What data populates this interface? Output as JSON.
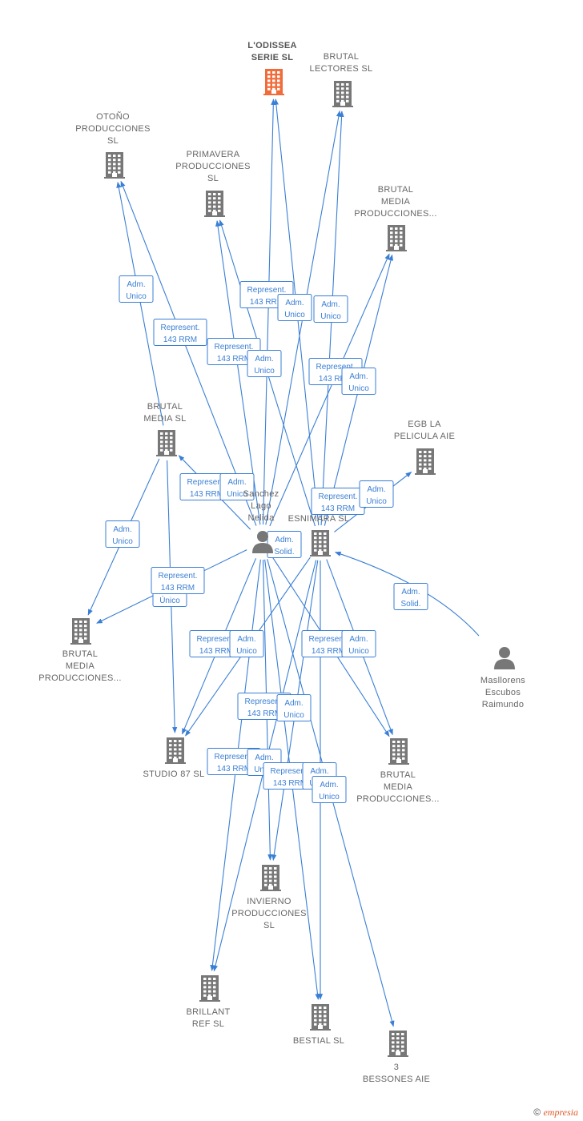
{
  "colors": {
    "edge": "#3a7fd5",
    "company": "#777777",
    "focus": "#f26b3a",
    "label": "#666666"
  },
  "nodes": [
    {
      "id": "odissea",
      "type": "company",
      "focus": true,
      "label": [
        "L'ODISSEA",
        "SERIE  SL"
      ]
    },
    {
      "id": "lectores",
      "type": "company",
      "label": [
        "BRUTAL",
        "LECTORES  SL"
      ]
    },
    {
      "id": "otono",
      "type": "company",
      "label": [
        "OTOÑO",
        "PRODUCCIONES",
        "SL"
      ]
    },
    {
      "id": "primavera",
      "type": "company",
      "label": [
        "PRIMAVERA",
        "PRODUCCIONES",
        "SL"
      ]
    },
    {
      "id": "bmp1",
      "type": "company",
      "label": [
        "BRUTAL",
        "MEDIA",
        "PRODUCCIONES..."
      ]
    },
    {
      "id": "bmedia",
      "type": "company",
      "label": [
        "BRUTAL",
        "MEDIA SL"
      ]
    },
    {
      "id": "egb",
      "type": "company",
      "label": [
        "EGB LA",
        "PELICULA  AIE"
      ]
    },
    {
      "id": "esnimara",
      "type": "company",
      "label": [
        "ESNIMARA  SL"
      ]
    },
    {
      "id": "nelida",
      "type": "person",
      "label": [
        "Sanchez",
        "Lago",
        "Nelida"
      ]
    },
    {
      "id": "bmp2",
      "type": "company",
      "label": [
        "BRUTAL",
        "MEDIA",
        "PRODUCCIONES..."
      ]
    },
    {
      "id": "raimundo",
      "type": "person",
      "label": [
        "Masllorens",
        "Escubos",
        "Raimundo"
      ]
    },
    {
      "id": "studio87",
      "type": "company",
      "label": [
        "STUDIO 87 SL"
      ]
    },
    {
      "id": "bmp3",
      "type": "company",
      "label": [
        "BRUTAL",
        "MEDIA",
        "PRODUCCIONES..."
      ]
    },
    {
      "id": "invierno",
      "type": "company",
      "label": [
        "INVIERNO",
        "PRODUCCIONES",
        "SL"
      ]
    },
    {
      "id": "brillant",
      "type": "company",
      "label": [
        "BRILLANT",
        "REF  SL"
      ]
    },
    {
      "id": "bestial",
      "type": "company",
      "label": [
        "BESTIAL  SL"
      ]
    },
    {
      "id": "bessones",
      "type": "company",
      "label": [
        "3",
        "BESSONES  AIE"
      ]
    }
  ],
  "edges": [
    {
      "from": "nelida",
      "to": "odissea"
    },
    {
      "from": "esnimara",
      "to": "odissea"
    },
    {
      "from": "nelida",
      "to": "lectores"
    },
    {
      "from": "esnimara",
      "to": "lectores"
    },
    {
      "from": "nelida",
      "to": "otono"
    },
    {
      "from": "bmedia",
      "to": "otono"
    },
    {
      "from": "nelida",
      "to": "primavera"
    },
    {
      "from": "esnimara",
      "to": "primavera"
    },
    {
      "from": "nelida",
      "to": "bmp1"
    },
    {
      "from": "esnimara",
      "to": "bmp1"
    },
    {
      "from": "nelida",
      "to": "bmedia"
    },
    {
      "from": "esnimara",
      "to": "egb"
    },
    {
      "from": "bmedia",
      "to": "bmp2"
    },
    {
      "from": "nelida",
      "to": "bmp2"
    },
    {
      "from": "raimundo",
      "to": "esnimara"
    },
    {
      "from": "nelida",
      "to": "studio87"
    },
    {
      "from": "esnimara",
      "to": "studio87"
    },
    {
      "from": "bmedia",
      "to": "studio87"
    },
    {
      "from": "nelida",
      "to": "bmp3"
    },
    {
      "from": "esnimara",
      "to": "bmp3"
    },
    {
      "from": "nelida",
      "to": "invierno"
    },
    {
      "from": "esnimara",
      "to": "invierno"
    },
    {
      "from": "nelida",
      "to": "brillant"
    },
    {
      "from": "esnimara",
      "to": "brillant"
    },
    {
      "from": "nelida",
      "to": "bestial"
    },
    {
      "from": "esnimara",
      "to": "bestial"
    },
    {
      "from": "nelida",
      "to": "bessones"
    }
  ],
  "edge_labels": [
    {
      "lines": [
        "Adm.",
        "Unico"
      ]
    },
    {
      "lines": [
        "Represent.",
        "143 RRM"
      ]
    },
    {
      "lines": [
        "Represent.",
        "143 RRM"
      ]
    },
    {
      "lines": [
        "Adm.",
        "Unico"
      ]
    },
    {
      "lines": [
        "Represent.",
        "143 RRM"
      ]
    },
    {
      "lines": [
        "Adm.",
        "Unico"
      ]
    },
    {
      "lines": [
        "Adm.",
        "Unico"
      ]
    },
    {
      "lines": [
        "Represent.",
        "143 RRM"
      ]
    },
    {
      "lines": [
        "Adm.",
        "Unico"
      ]
    },
    {
      "lines": [
        "Represent.",
        "143 RRM"
      ]
    },
    {
      "lines": [
        "Adm.",
        "Unico"
      ]
    },
    {
      "lines": [
        "Represent.",
        "143 RRM"
      ]
    },
    {
      "lines": [
        "Adm.",
        "Unico"
      ]
    },
    {
      "lines": [
        "Adm.",
        "Unico"
      ]
    },
    {
      "lines": [
        "Adm.",
        "Solid."
      ]
    },
    {
      "lines": [
        "Adm.",
        "Único"
      ]
    },
    {
      "lines": [
        "Represent.",
        "143 RRM"
      ]
    },
    {
      "lines": [
        "Adm.",
        "Solid."
      ]
    },
    {
      "lines": [
        "Represent.",
        "143 RRM"
      ]
    },
    {
      "lines": [
        "Adm.",
        "Unico"
      ]
    },
    {
      "lines": [
        "Represent.",
        "143 RRM"
      ]
    },
    {
      "lines": [
        "Adm.",
        "Unico"
      ]
    },
    {
      "lines": [
        "Represent.",
        "143 RRM"
      ]
    },
    {
      "lines": [
        "Adm.",
        "Unico"
      ]
    },
    {
      "lines": [
        "Represent.",
        "143 RRM"
      ]
    },
    {
      "lines": [
        "Adm.",
        "Unico"
      ]
    },
    {
      "lines": [
        "Represent.",
        "143 RRM"
      ]
    },
    {
      "lines": [
        "Adm.",
        "Unico"
      ]
    },
    {
      "lines": [
        "Adm.",
        "Unico"
      ]
    }
  ],
  "footer": {
    "copyright": "©",
    "brand": "empresia"
  }
}
